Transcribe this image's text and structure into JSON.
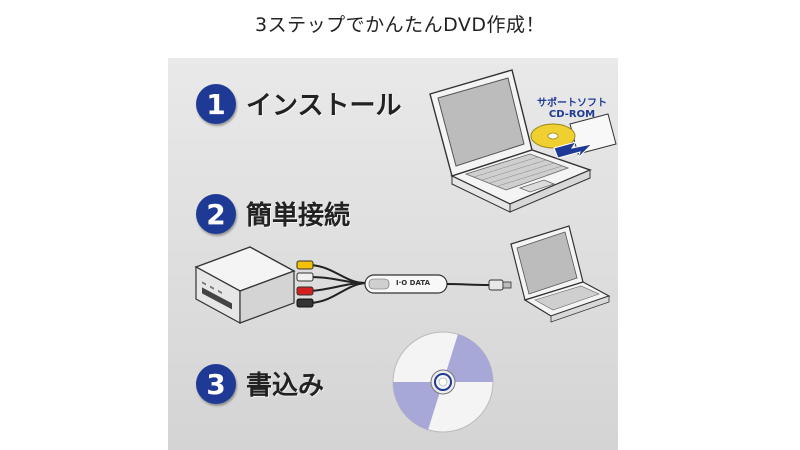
{
  "header": {
    "title": "3ステップでかんたんDVD作成！"
  },
  "steps": [
    {
      "number": "1",
      "label": "インストール"
    },
    {
      "number": "2",
      "label": "簡単接続"
    },
    {
      "number": "3",
      "label": "書込み"
    }
  ],
  "cd_package": {
    "line1": "サポートソフト",
    "line2": "CD-ROM"
  },
  "capture_device": {
    "brand": "I·O DATA"
  },
  "colors": {
    "badge_blue": "#1f3a94",
    "disc_purple": "#a8a8d8",
    "cd_gold": "#f0d030",
    "arrow_blue": "#1f3a94",
    "plug_yellow": "#f2c200",
    "plug_white": "#f0f0f0",
    "plug_red": "#d22020"
  }
}
